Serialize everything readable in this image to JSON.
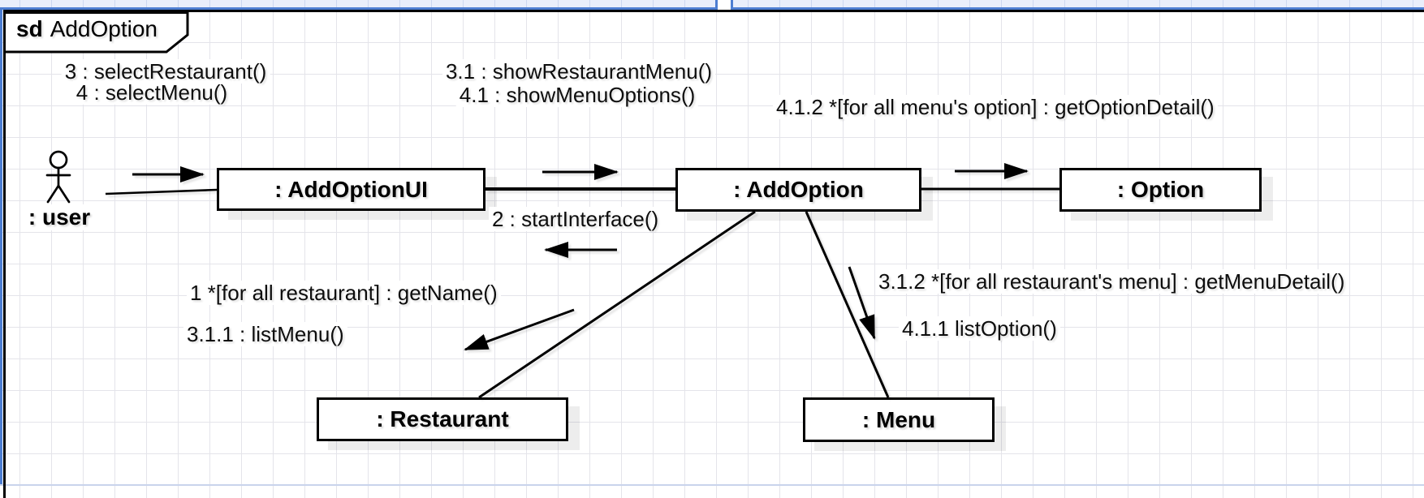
{
  "frame": {
    "keyword": "sd",
    "title": "AddOption"
  },
  "actor": {
    "label": ": user"
  },
  "objects": [
    {
      "id": "addoptionui",
      "label": ": AddOptionUI"
    },
    {
      "id": "addoption",
      "label": ": AddOption"
    },
    {
      "id": "option",
      "label": ": Option"
    },
    {
      "id": "restaurant",
      "label": ": Restaurant"
    },
    {
      "id": "menu",
      "label": ": Menu"
    }
  ],
  "messages": [
    {
      "id": "1",
      "text": "1 *[for all restaurant] : getName()"
    },
    {
      "id": "2",
      "text": "2 : startInterface()"
    },
    {
      "id": "3",
      "text": "3 : selectRestaurant()"
    },
    {
      "id": "4",
      "text": "4 : selectMenu()"
    },
    {
      "id": "3.1",
      "text": "3.1 : showRestaurantMenu()"
    },
    {
      "id": "4.1",
      "text": "4.1 : showMenuOptions()"
    },
    {
      "id": "3.1.1",
      "text": "3.1.1 : listMenu()"
    },
    {
      "id": "4.1.1",
      "text": "4.1.1 listOption()"
    },
    {
      "id": "3.1.2",
      "text": "3.1.2 *[for all restaurant's menu] : getMenuDetail()"
    },
    {
      "id": "4.1.2",
      "text": "4.1.2 *[for all menu's option] : getOptionDetail()"
    }
  ],
  "colors": {
    "selection": "#4d7ed2",
    "stroke": "#000000",
    "grid": "#e4e4ea"
  }
}
